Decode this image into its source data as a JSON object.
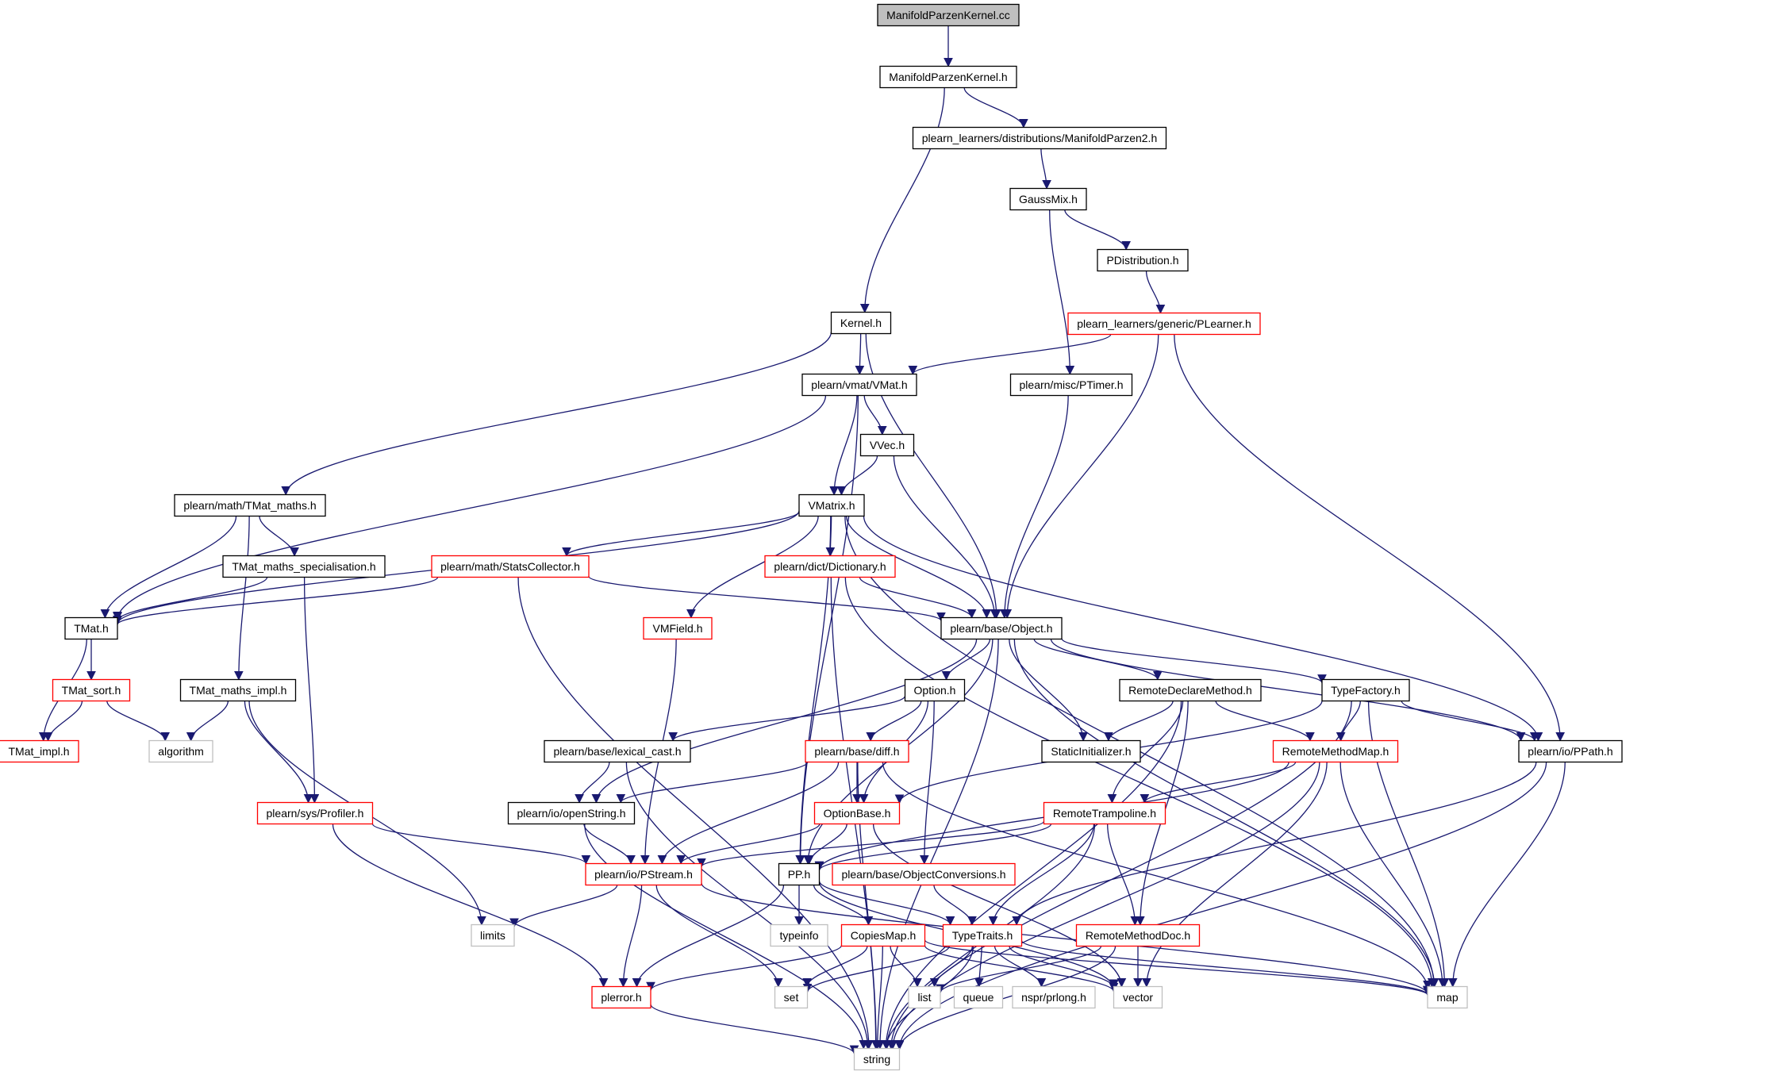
{
  "colors": {
    "edge": "#191970",
    "box_default": "#000000",
    "box_incomplete": "#ff0000",
    "box_system": "#bfbfbf",
    "root_fill": "#bfbfbf",
    "text": "#000000"
  },
  "nodes": [
    {
      "id": "root",
      "label": "ManifoldParzenKernel.cc",
      "kind": "root"
    },
    {
      "id": "mpk_h",
      "label": "ManifoldParzenKernel.h",
      "kind": "default"
    },
    {
      "id": "mp2",
      "label": "plearn_learners/distributions/ManifoldParzen2.h",
      "kind": "default"
    },
    {
      "id": "gaussmix",
      "label": "GaussMix.h",
      "kind": "default"
    },
    {
      "id": "pdist",
      "label": "PDistribution.h",
      "kind": "default"
    },
    {
      "id": "plearner",
      "label": "plearn_learners/generic/PLearner.h",
      "kind": "incomplete"
    },
    {
      "id": "kernel",
      "label": "Kernel.h",
      "kind": "default"
    },
    {
      "id": "vmat",
      "label": "plearn/vmat/VMat.h",
      "kind": "default"
    },
    {
      "id": "ptimer",
      "label": "plearn/misc/PTimer.h",
      "kind": "default"
    },
    {
      "id": "vvec",
      "label": "VVec.h",
      "kind": "default"
    },
    {
      "id": "tmatmaths",
      "label": "plearn/math/TMat_maths.h",
      "kind": "default"
    },
    {
      "id": "vmatrix",
      "label": "VMatrix.h",
      "kind": "default"
    },
    {
      "id": "tmspec",
      "label": "TMat_maths_specialisation.h",
      "kind": "default"
    },
    {
      "id": "stats",
      "label": "plearn/math/StatsCollector.h",
      "kind": "incomplete"
    },
    {
      "id": "dict",
      "label": "plearn/dict/Dictionary.h",
      "kind": "incomplete"
    },
    {
      "id": "tmat",
      "label": "TMat.h",
      "kind": "default"
    },
    {
      "id": "vmfield",
      "label": "VMField.h",
      "kind": "incomplete"
    },
    {
      "id": "object",
      "label": "plearn/base/Object.h",
      "kind": "default"
    },
    {
      "id": "tmatsort",
      "label": "TMat_sort.h",
      "kind": "incomplete"
    },
    {
      "id": "tmimpl",
      "label": "TMat_maths_impl.h",
      "kind": "default"
    },
    {
      "id": "option",
      "label": "Option.h",
      "kind": "default"
    },
    {
      "id": "rdm",
      "label": "RemoteDeclareMethod.h",
      "kind": "default"
    },
    {
      "id": "typefactory",
      "label": "TypeFactory.h",
      "kind": "default"
    },
    {
      "id": "tmatimpl",
      "label": "TMat_impl.h",
      "kind": "incomplete"
    },
    {
      "id": "algorithm",
      "label": "algorithm",
      "kind": "system"
    },
    {
      "id": "lexcast",
      "label": "plearn/base/lexical_cast.h",
      "kind": "default"
    },
    {
      "id": "diff",
      "label": "plearn/base/diff.h",
      "kind": "incomplete"
    },
    {
      "id": "staticinit",
      "label": "StaticInitializer.h",
      "kind": "default"
    },
    {
      "id": "rmm",
      "label": "RemoteMethodMap.h",
      "kind": "incomplete"
    },
    {
      "id": "ppath",
      "label": "plearn/io/PPath.h",
      "kind": "default"
    },
    {
      "id": "profiler",
      "label": "plearn/sys/Profiler.h",
      "kind": "incomplete"
    },
    {
      "id": "openstring",
      "label": "plearn/io/openString.h",
      "kind": "default"
    },
    {
      "id": "optionbase",
      "label": "OptionBase.h",
      "kind": "incomplete"
    },
    {
      "id": "rtramp",
      "label": "RemoteTrampoline.h",
      "kind": "incomplete"
    },
    {
      "id": "pstream",
      "label": "plearn/io/PStream.h",
      "kind": "incomplete"
    },
    {
      "id": "pph",
      "label": "PP.h",
      "kind": "default"
    },
    {
      "id": "objconv",
      "label": "plearn/base/ObjectConversions.h",
      "kind": "incomplete"
    },
    {
      "id": "limits",
      "label": "limits",
      "kind": "system"
    },
    {
      "id": "typeinfo",
      "label": "typeinfo",
      "kind": "system"
    },
    {
      "id": "copiesmap",
      "label": "CopiesMap.h",
      "kind": "incomplete"
    },
    {
      "id": "typetraits",
      "label": "TypeTraits.h",
      "kind": "incomplete"
    },
    {
      "id": "rmdoc",
      "label": "RemoteMethodDoc.h",
      "kind": "incomplete"
    },
    {
      "id": "plerror",
      "label": "plerror.h",
      "kind": "incomplete"
    },
    {
      "id": "set",
      "label": "set",
      "kind": "system"
    },
    {
      "id": "list",
      "label": "list",
      "kind": "system"
    },
    {
      "id": "queue",
      "label": "queue",
      "kind": "system"
    },
    {
      "id": "prlong",
      "label": "nspr/prlong.h",
      "kind": "system"
    },
    {
      "id": "vector",
      "label": "vector",
      "kind": "system"
    },
    {
      "id": "map",
      "label": "map",
      "kind": "system"
    },
    {
      "id": "string",
      "label": "string",
      "kind": "system"
    }
  ],
  "edges": [
    [
      "root",
      "mpk_h"
    ],
    [
      "mpk_h",
      "mp2"
    ],
    [
      "mpk_h",
      "kernel"
    ],
    [
      "mp2",
      "gaussmix"
    ],
    [
      "gaussmix",
      "pdist"
    ],
    [
      "gaussmix",
      "ptimer"
    ],
    [
      "pdist",
      "plearner"
    ],
    [
      "plearner",
      "vmat"
    ],
    [
      "plearner",
      "object"
    ],
    [
      "plearner",
      "ppath"
    ],
    [
      "kernel",
      "vmat"
    ],
    [
      "kernel",
      "tmatmaths"
    ],
    [
      "kernel",
      "object"
    ],
    [
      "vmat",
      "vvec"
    ],
    [
      "vmat",
      "vmatrix"
    ],
    [
      "vmat",
      "tmat"
    ],
    [
      "vmat",
      "pph"
    ],
    [
      "ptimer",
      "object"
    ],
    [
      "vvec",
      "vmatrix"
    ],
    [
      "vvec",
      "object"
    ],
    [
      "tmatmaths",
      "tmat"
    ],
    [
      "tmatmaths",
      "tmspec"
    ],
    [
      "tmatmaths",
      "tmimpl"
    ],
    [
      "vmatrix",
      "tmat"
    ],
    [
      "vmatrix",
      "stats"
    ],
    [
      "vmatrix",
      "dict"
    ],
    [
      "vmatrix",
      "vmfield"
    ],
    [
      "vmatrix",
      "object"
    ],
    [
      "vmatrix",
      "pph"
    ],
    [
      "vmatrix",
      "ppath"
    ],
    [
      "vmatrix",
      "map"
    ],
    [
      "tmspec",
      "tmat"
    ],
    [
      "tmspec",
      "profiler"
    ],
    [
      "stats",
      "tmat"
    ],
    [
      "stats",
      "object"
    ],
    [
      "stats",
      "string"
    ],
    [
      "dict",
      "object"
    ],
    [
      "dict",
      "string"
    ],
    [
      "dict",
      "map"
    ],
    [
      "tmat",
      "tmatsort"
    ],
    [
      "tmat",
      "tmatimpl"
    ],
    [
      "tmatsort",
      "tmatimpl"
    ],
    [
      "tmatsort",
      "algorithm"
    ],
    [
      "vmfield",
      "pstream"
    ],
    [
      "tmimpl",
      "algorithm"
    ],
    [
      "tmimpl",
      "profiler"
    ],
    [
      "tmimpl",
      "limits"
    ],
    [
      "object",
      "option"
    ],
    [
      "object",
      "staticinit"
    ],
    [
      "object",
      "rdm"
    ],
    [
      "object",
      "typefactory"
    ],
    [
      "object",
      "ppath"
    ],
    [
      "object",
      "openstring"
    ],
    [
      "object",
      "pph"
    ],
    [
      "object",
      "map"
    ],
    [
      "object",
      "string"
    ],
    [
      "option",
      "optionbase"
    ],
    [
      "option",
      "diff"
    ],
    [
      "option",
      "lexcast"
    ],
    [
      "option",
      "objconv"
    ],
    [
      "rdm",
      "staticinit"
    ],
    [
      "rdm",
      "rmm"
    ],
    [
      "rdm",
      "rtramp"
    ],
    [
      "rdm",
      "rmdoc"
    ],
    [
      "rdm",
      "string"
    ],
    [
      "typefactory",
      "rmm"
    ],
    [
      "typefactory",
      "optionbase"
    ],
    [
      "typefactory",
      "ppath"
    ],
    [
      "typefactory",
      "map"
    ],
    [
      "typefactory",
      "string"
    ],
    [
      "lexcast",
      "openstring"
    ],
    [
      "lexcast",
      "string"
    ],
    [
      "diff",
      "openstring"
    ],
    [
      "diff",
      "optionbase"
    ],
    [
      "diff",
      "pstream"
    ],
    [
      "diff",
      "map"
    ],
    [
      "diff",
      "string"
    ],
    [
      "rmm",
      "rtramp"
    ],
    [
      "rmm",
      "pph"
    ],
    [
      "rmm",
      "map"
    ],
    [
      "rmm",
      "vector"
    ],
    [
      "rmm",
      "string"
    ],
    [
      "ppath",
      "typetraits"
    ],
    [
      "ppath",
      "map"
    ],
    [
      "ppath",
      "string"
    ],
    [
      "profiler",
      "pstream"
    ],
    [
      "profiler",
      "plerror"
    ],
    [
      "openstring",
      "pstream"
    ],
    [
      "openstring",
      "string"
    ],
    [
      "optionbase",
      "pph"
    ],
    [
      "optionbase",
      "pstream"
    ],
    [
      "optionbase",
      "vector"
    ],
    [
      "rtramp",
      "pph"
    ],
    [
      "rtramp",
      "pstream"
    ],
    [
      "rtramp",
      "typetraits"
    ],
    [
      "rtramp",
      "rmdoc"
    ],
    [
      "rtramp",
      "string"
    ],
    [
      "pstream",
      "plerror"
    ],
    [
      "pstream",
      "limits"
    ],
    [
      "pstream",
      "set"
    ],
    [
      "pstream",
      "map"
    ],
    [
      "pph",
      "plerror"
    ],
    [
      "pph",
      "typeinfo"
    ],
    [
      "pph",
      "copiesmap"
    ],
    [
      "pph",
      "typetraits"
    ],
    [
      "pph",
      "vector"
    ],
    [
      "objconv",
      "typetraits"
    ],
    [
      "copiesmap",
      "plerror"
    ],
    [
      "copiesmap",
      "set"
    ],
    [
      "copiesmap",
      "list"
    ],
    [
      "copiesmap",
      "string"
    ],
    [
      "copiesmap",
      "map"
    ],
    [
      "copiesmap",
      "vector"
    ],
    [
      "typetraits",
      "set"
    ],
    [
      "typetraits",
      "list"
    ],
    [
      "typetraits",
      "queue"
    ],
    [
      "typetraits",
      "prlong"
    ],
    [
      "typetraits",
      "vector"
    ],
    [
      "typetraits",
      "map"
    ],
    [
      "typetraits",
      "string"
    ],
    [
      "rmdoc",
      "list"
    ],
    [
      "rmdoc",
      "vector"
    ],
    [
      "rmdoc",
      "string"
    ],
    [
      "plerror",
      "string"
    ]
  ]
}
